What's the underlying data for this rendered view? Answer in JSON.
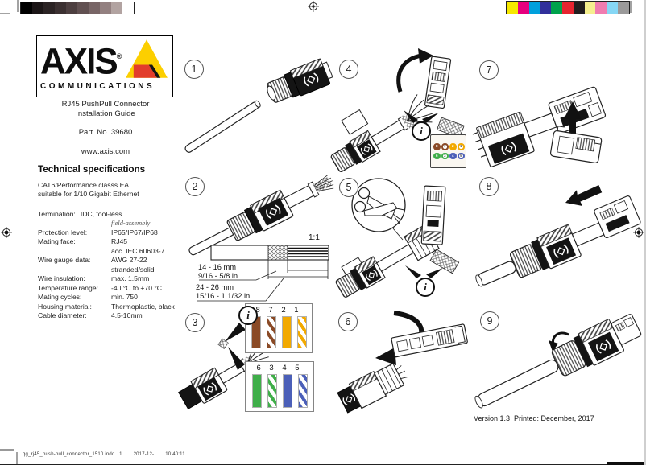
{
  "calibration": {
    "grayscale": [
      "#000000",
      "#1b1516",
      "#2b2324",
      "#3b3031",
      "#4d3f40",
      "#615051",
      "#786566",
      "#938080",
      "#b2a3a1",
      "#ffffff"
    ],
    "colors": [
      "#f6e800",
      "#e6007e",
      "#00a0dc",
      "#31309b",
      "#00a24c",
      "#e72430",
      "#221e1f",
      "#f5ef8f",
      "#f07cb0",
      "#86d7f5",
      "#9b9a9a"
    ]
  },
  "header": {
    "brand": "AXIS",
    "brand_reg": "®",
    "brand_sub": "COMMUNICATIONS",
    "title_line1": "RJ45 PushPull Connector",
    "title_line2": "Installation Guide",
    "part_no": "Part. No. 39680",
    "website": "www.axis.com"
  },
  "specs": {
    "heading": "Technical specifications",
    "intro_line1": "CAT6/Performance classs  EA",
    "intro_line2": "suitable for 1/10 Gigabit Ethernet",
    "rows": [
      {
        "label": "Termination:",
        "value": "IDC, tool-less"
      },
      {
        "label": "",
        "value": "field-assembly"
      },
      {
        "label": "Protection level:",
        "value": "IP65/IP67/IP68"
      },
      {
        "label": "Mating face:",
        "value": "RJ45"
      },
      {
        "label": "",
        "value": "acc. IEC 60603-7"
      },
      {
        "label": "Wire gauge data:",
        "value": "AWG 27-22"
      },
      {
        "label": "",
        "value": "stranded/solid"
      },
      {
        "label": "Wire insulation:",
        "value": "max. 1.5mm"
      },
      {
        "label": "Temperature range:",
        "value": "-40 °C to +70 °C"
      },
      {
        "label": "Mating cycles:",
        "value": "min. 750"
      },
      {
        "label": "Housing material:",
        "value": "Thermoplastic, black"
      },
      {
        "label": "Cable diameter:",
        "value": "4.5-10mm"
      }
    ]
  },
  "steps": {
    "list": [
      "1",
      "2",
      "3",
      "4",
      "5",
      "6",
      "7",
      "8",
      "9"
    ]
  },
  "info_symbol": "i",
  "measurements": {
    "scale": "1:1",
    "strip1_mm": "14 - 16 mm",
    "strip1_in": "9/16 - 5/8 in.",
    "strip2_mm": "24 - 26 mm",
    "strip2_in": "15/16 - 1 1/32 in."
  },
  "wiring": {
    "colors": {
      "brown": "#8a4a26",
      "orange": "#f2a900",
      "green": "#3fae49",
      "blue": "#4b5fb8"
    },
    "group1": {
      "header": "8 7 2 1"
    },
    "group2": {
      "header": "6 3 4 5"
    },
    "legend_digits": [
      "8",
      "7",
      "2",
      "1",
      "6",
      "3",
      "4",
      "5"
    ]
  },
  "footer": {
    "version_line": "Version 1.3  Printed: December, 2017",
    "slug_file": "qg_rj45_push-pull_connector_1510.indd   1",
    "slug_date": "2017-12-",
    "slug_time": "10:40:11"
  }
}
